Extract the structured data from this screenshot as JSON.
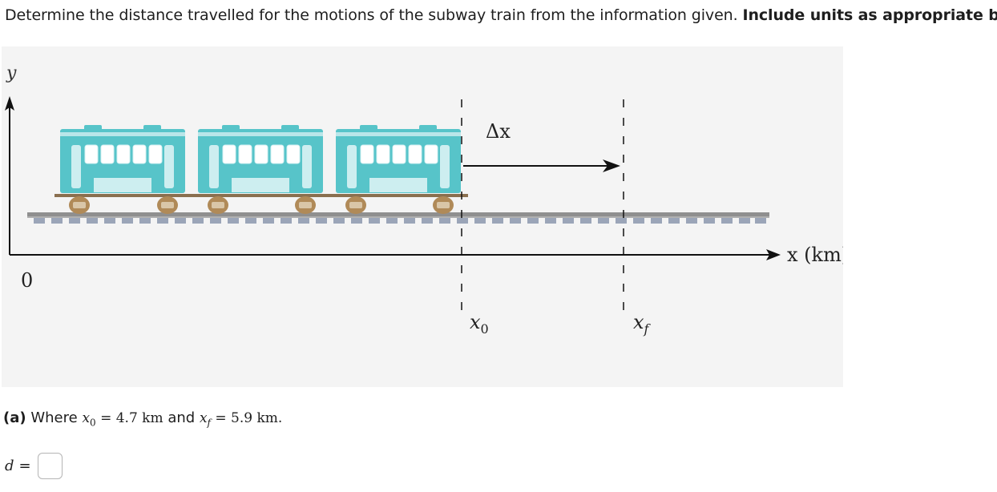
{
  "question": {
    "text": "Determine the distance travelled for the motions of the subway train from the information given.",
    "emphasis": "Include units as appropriate below."
  },
  "figure": {
    "y_axis_label": "y",
    "x_axis_label": "x (km)",
    "origin_label": "0",
    "delta_label": "Δx",
    "x0_label": "x",
    "x0_sub": "0",
    "xf_label": "x",
    "xf_sub": "f",
    "colors": {
      "train_body": "#57c4c9",
      "train_light": "#cdeef0",
      "rail": "#8f8f8f",
      "ties": "#9ba5b8",
      "wheel": "#b08a58",
      "axis": "#111111"
    }
  },
  "part_a": {
    "tag": "(a)",
    "where": "Where",
    "x0_var": "x",
    "x0_sub": "0",
    "x0_value": "= 4.7 km",
    "and": "and",
    "xf_var": "x",
    "xf_sub": "f",
    "xf_value": "= 5.9 km."
  },
  "answer": {
    "var": "d",
    "eq": "=",
    "value": ""
  }
}
